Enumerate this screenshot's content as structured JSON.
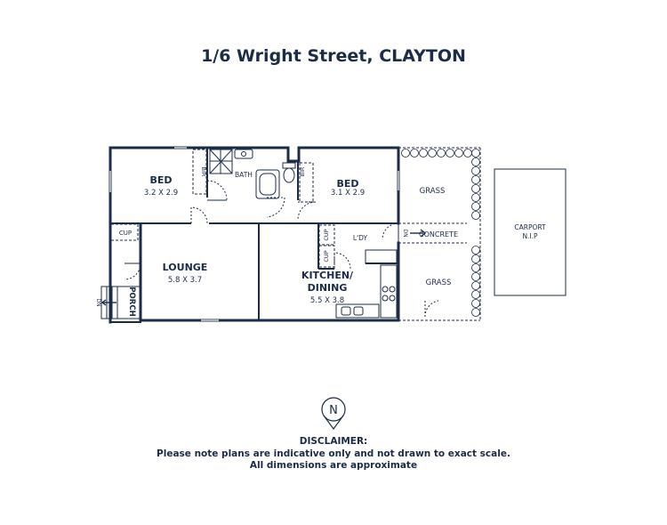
{
  "title": "1/6 Wright Street, CLAYTON",
  "colors": {
    "ink": "#1c2b47",
    "wall": "#1c2b47",
    "grass_fill": "#ffffff"
  },
  "rooms": [
    {
      "id": "bed1",
      "name": "BED",
      "dims": "3.2 X 2.9"
    },
    {
      "id": "bed2",
      "name": "BED",
      "dims": "3.1 X 2.9"
    },
    {
      "id": "lounge",
      "name": "LOUNGE",
      "dims": "5.8 X 3.7"
    },
    {
      "id": "kitchen",
      "name_line1": "KITCHEN/",
      "name_line2": "DINING",
      "dims": "5.5 X 3.8"
    }
  ],
  "labels": {
    "bath": "BATH",
    "bir1": "BIR",
    "bir2": "BIR",
    "cup_lounge": "CUP",
    "cup_kitchen1": "CUP",
    "cup_kitchen2": "CUP",
    "laundry": "L'DY",
    "porch": "PORCH",
    "dn_porch": "DN",
    "dn_laundry": "DN",
    "concrete": "CONCRETE",
    "grass_top": "GRASS",
    "grass_bottom": "GRASS",
    "carport_line1": "CARPORT",
    "carport_line2": "N.I.P"
  },
  "compass": {
    "letter": "N",
    "icon": "north-arrow-icon"
  },
  "disclaimer": {
    "heading": "DISCLAIMER:",
    "line1": "Please note plans are indicative only and not drawn to exact scale.",
    "line2": "All dimensions are approximate"
  }
}
